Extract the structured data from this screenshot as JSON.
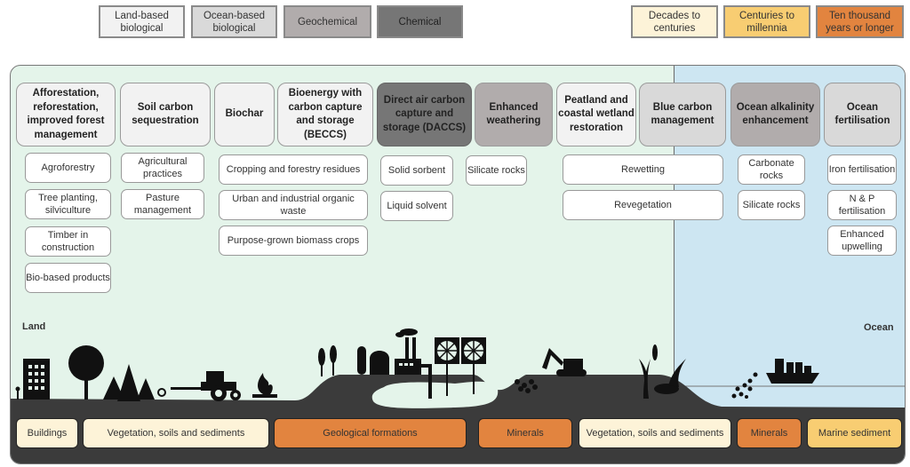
{
  "legend": {
    "method_types": [
      {
        "label": "Land-based biological",
        "color": "#f2f2f2"
      },
      {
        "label": "Ocean-based biological",
        "color": "#d9d9d9"
      },
      {
        "label": "Geochemical",
        "color": "#b1acac"
      },
      {
        "label": "Chemical",
        "color": "#767676"
      }
    ],
    "durability": [
      {
        "label": "Decades to centuries",
        "color": "#fdf3d8"
      },
      {
        "label": "Centuries to millennia",
        "color": "#f8cd72"
      },
      {
        "label": "Ten thousand years or longer",
        "color": "#e2843f"
      }
    ]
  },
  "regions": {
    "land": "Land",
    "ocean": "Ocean"
  },
  "methods": [
    {
      "label": "Afforestation, reforestation, improved forest management",
      "type": "Land-based biological",
      "color": "#f2f2f2",
      "options": [
        "Agroforestry",
        "Tree planting, silviculture",
        "Timber in construction",
        "Bio-based products"
      ]
    },
    {
      "label": "Soil carbon sequestration",
      "type": "Land-based biological",
      "color": "#f2f2f2",
      "options": [
        "Agricultural practices",
        "Pasture management"
      ]
    },
    {
      "label": "Biochar",
      "type": "Land-based biological",
      "color": "#f2f2f2",
      "options": [
        "Cropping and forestry residues",
        "Urban and industrial organic waste",
        "Purpose-grown biomass crops"
      ]
    },
    {
      "label": "Bioenergy with carbon capture and storage (BECCS)",
      "type": "Land-based biological",
      "color": "#f2f2f2",
      "options": []
    },
    {
      "label": "Direct air carbon capture and storage (DACCS)",
      "type": "Chemical",
      "color": "#767676",
      "options": [
        "Solid sorbent",
        "Liquid solvent"
      ]
    },
    {
      "label": "Enhanced weathering",
      "type": "Geochemical",
      "color": "#b1acac",
      "options": [
        "Silicate rocks"
      ]
    },
    {
      "label": "Peatland and coastal wetland restoration",
      "type": "Land-based biological",
      "color": "#f2f2f2",
      "options": [
        "Rewetting",
        "Revegetation"
      ]
    },
    {
      "label": "Blue carbon management",
      "type": "Ocean-based biological",
      "color": "#d9d9d9",
      "options": []
    },
    {
      "label": "Ocean alkalinity enhancement",
      "type": "Geochemical",
      "color": "#b1acac",
      "options": [
        "Carbonate rocks",
        "Silicate rocks"
      ]
    },
    {
      "label": "Ocean fertilisation",
      "type": "Ocean-based biological",
      "color": "#d9d9d9",
      "options": [
        "Iron fertilisation",
        "N & P fertilisation",
        "Enhanced upwelling"
      ]
    }
  ],
  "storage": [
    {
      "label": "Buildings",
      "durability": "Decades to centuries",
      "color": "#fdf3d8"
    },
    {
      "label": "Vegetation, soils and sediments",
      "durability": "Decades to centuries",
      "color": "#fdf3d8"
    },
    {
      "label": "Geological formations",
      "durability": "Ten thousand years or longer",
      "color": "#e2843f"
    },
    {
      "label": "Minerals",
      "durability": "Ten thousand years or longer",
      "color": "#e2843f"
    },
    {
      "label": "Vegetation, soils and sediments",
      "durability": "Decades to centuries",
      "color": "#fdf3d8"
    },
    {
      "label": "Minerals",
      "durability": "Ten thousand years or longer",
      "color": "#e2843f"
    },
    {
      "label": "Marine sediment",
      "durability": "Centuries to millennia",
      "color": "#f8cd72"
    }
  ],
  "illustrations": [
    "building-icon",
    "deciduous-tree-icon",
    "conifer-trees-icon",
    "tractor-plough-icon",
    "fire-icon",
    "wheat-icon",
    "bioenergy-plant-icon",
    "factory-icon",
    "air-capture-fan-icon",
    "rocks-icon",
    "excavator-icon",
    "reed-icon",
    "lily-pad-icon",
    "ship-icon",
    "seabed-rocks-icon"
  ]
}
